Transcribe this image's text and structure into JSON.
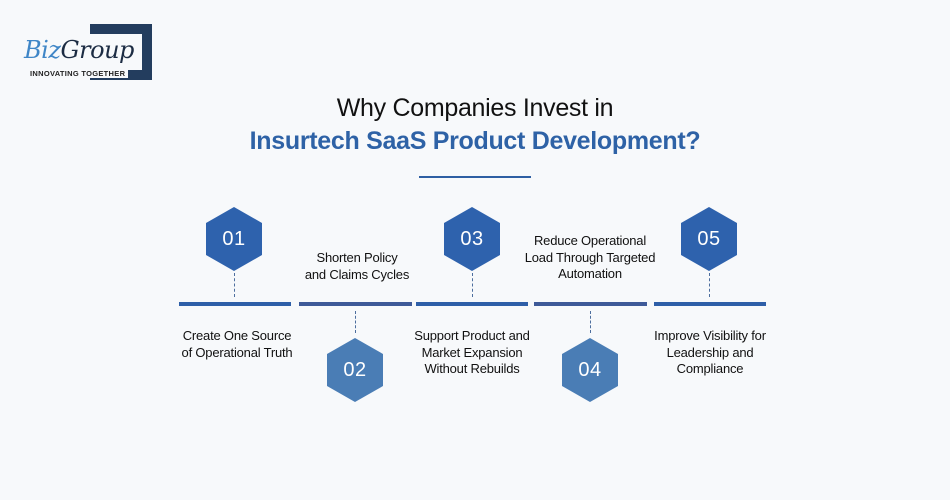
{
  "logo": {
    "brand_part1": "Biz",
    "brand_part2": "Group",
    "tagline": "INNOVATING TOGETHER"
  },
  "title": {
    "line1": "Why Companies Invest in",
    "line2": "Insurtech SaaS Product Development?"
  },
  "colors": {
    "primary_blue": "#2e62ad",
    "secondary_blue": "#4a7db5",
    "segment_dark": "#3e5a98",
    "text": "#111111",
    "background": "#f7f9fb"
  },
  "steps": [
    {
      "number": "01",
      "label": "Create One Source of Operational Truth",
      "lines": [
        "Create One Source",
        "of Operational Truth"
      ],
      "position": "hex-above"
    },
    {
      "number": "02",
      "label": "Shorten Policy and Claims Cycles",
      "lines": [
        "Shorten Policy",
        "and Claims Cycles"
      ],
      "position": "hex-below"
    },
    {
      "number": "03",
      "label": "Support Product and Market Expansion Without Rebuilds",
      "lines": [
        "Support Product and",
        "Market Expansion",
        "Without Rebuilds"
      ],
      "position": "hex-above"
    },
    {
      "number": "04",
      "label": "Reduce Operational Load Through Targeted Automation",
      "lines": [
        "Reduce Operational",
        "Load Through Targeted",
        "Automation"
      ],
      "position": "hex-below"
    },
    {
      "number": "05",
      "label": "Improve Visibility for Leadership and Compliance",
      "lines": [
        "Improve Visibility for",
        "Leadership and",
        "Compliance"
      ],
      "position": "hex-above"
    }
  ]
}
